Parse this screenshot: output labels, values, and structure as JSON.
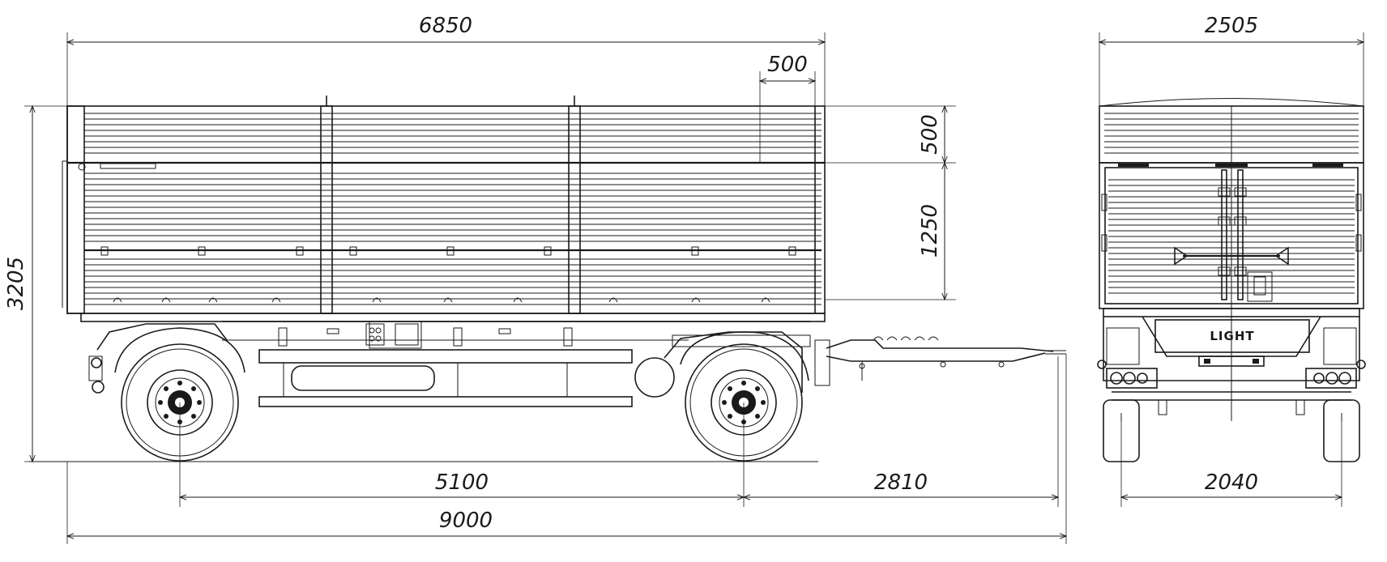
{
  "dimensions": {
    "body_length": "6850",
    "tailgate_panel_width": "500",
    "extension_height": "500",
    "side_height": "1250",
    "overall_height": "3205",
    "wheelbase": "5100",
    "drawbar_length": "2810",
    "overall_length": "9000",
    "overall_width": "2505",
    "track_width": "2040"
  },
  "rear_view": {
    "brand_logo": "LIGHT"
  }
}
